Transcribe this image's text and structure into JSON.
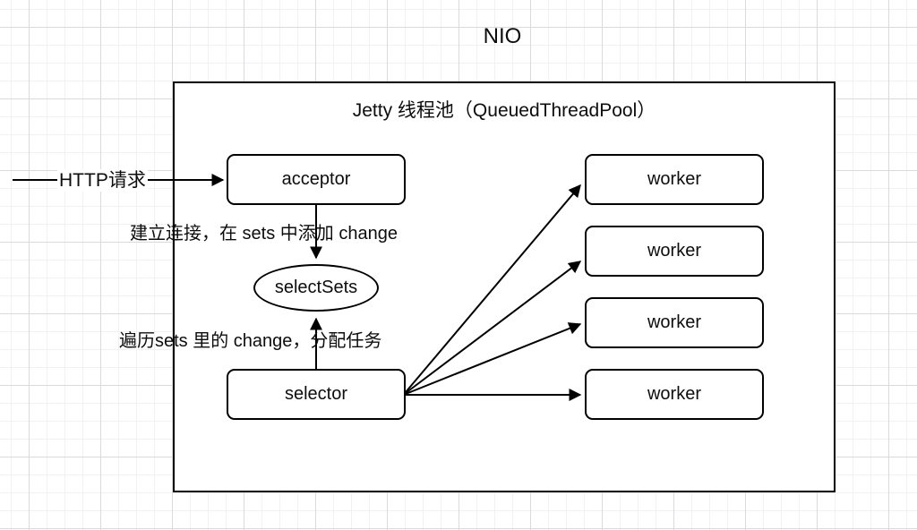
{
  "page": {
    "title": "NIO"
  },
  "container": {
    "title": "Jetty 线程池（QueuedThreadPool）"
  },
  "nodes": {
    "acceptor": "acceptor",
    "selectSets": "selectSets",
    "selector": "selector",
    "workers": [
      "worker",
      "worker",
      "worker",
      "worker"
    ]
  },
  "annotations": {
    "http_request": "HTTP请求",
    "build_connection": "建立连接，在 sets 中添加 change",
    "dispatch_tasks": "遍历sets 里的 change，分配任务"
  },
  "colors": {
    "stroke": "#000000",
    "node_fill": "#ffffff",
    "grid_minor": "#f1f1f4",
    "grid_major": "#dadade",
    "background": "#ffffff",
    "text": "#0d0d0d"
  }
}
